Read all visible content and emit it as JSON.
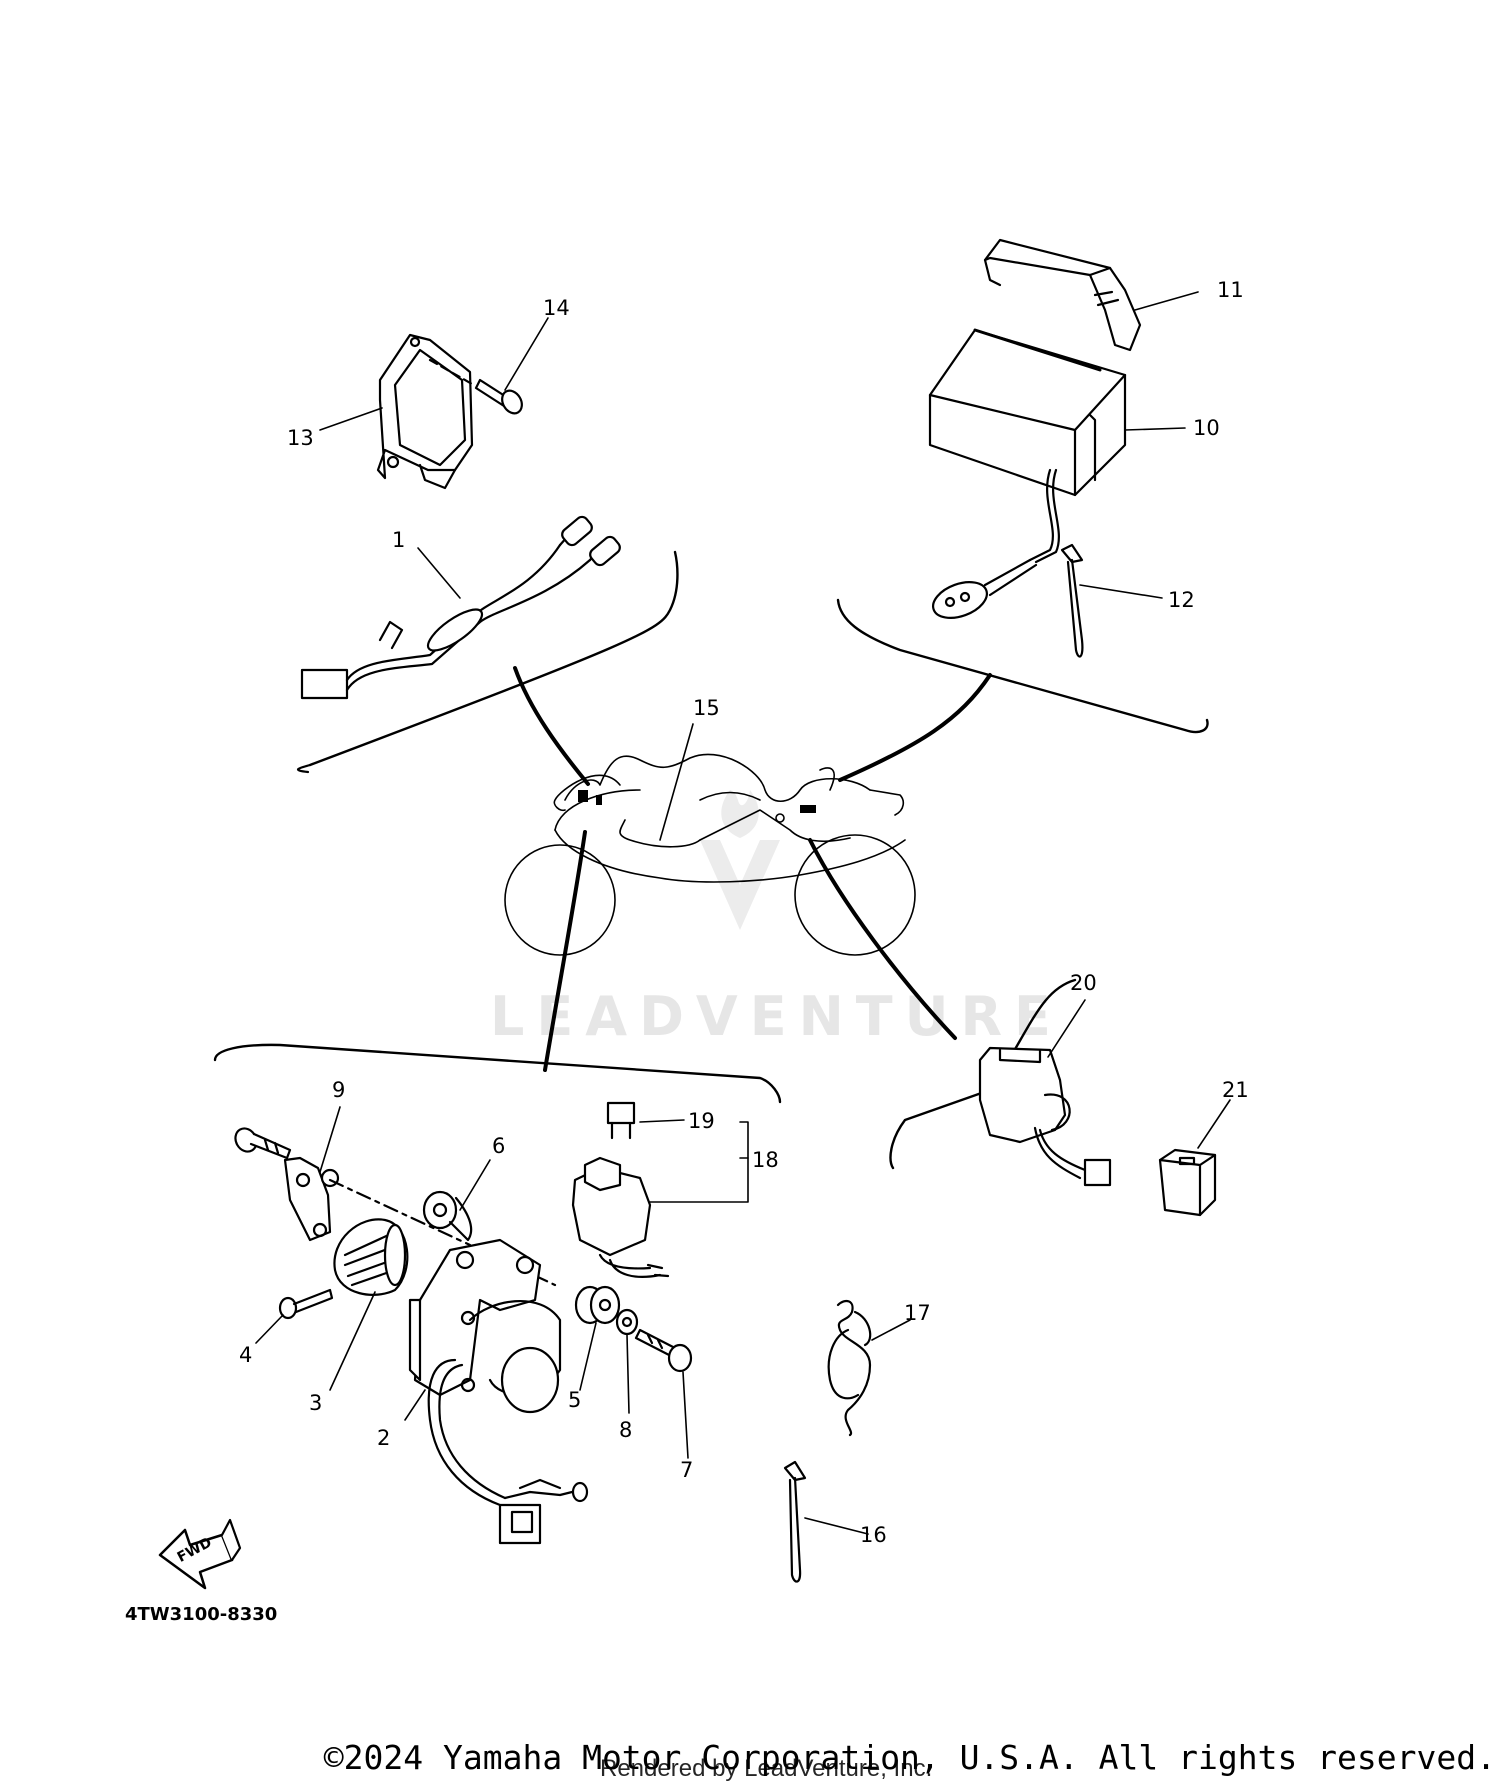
{
  "diagram": {
    "callouts": [
      "1",
      "2",
      "3",
      "4",
      "5",
      "6",
      "7",
      "8",
      "9",
      "10",
      "11",
      "12",
      "13",
      "14",
      "15",
      "16",
      "17",
      "18",
      "19",
      "20",
      "21"
    ],
    "part_code": "4TW3100-8330",
    "fwd_label": "FWD"
  },
  "watermark": {
    "brand": "LEADVENTURE"
  },
  "footer": {
    "copyright": "©2024 Yamaha Motor Corporation, U.S.A. All rights reserved.",
    "rendered_by": "Rendered by LeadVenture, Inc."
  }
}
